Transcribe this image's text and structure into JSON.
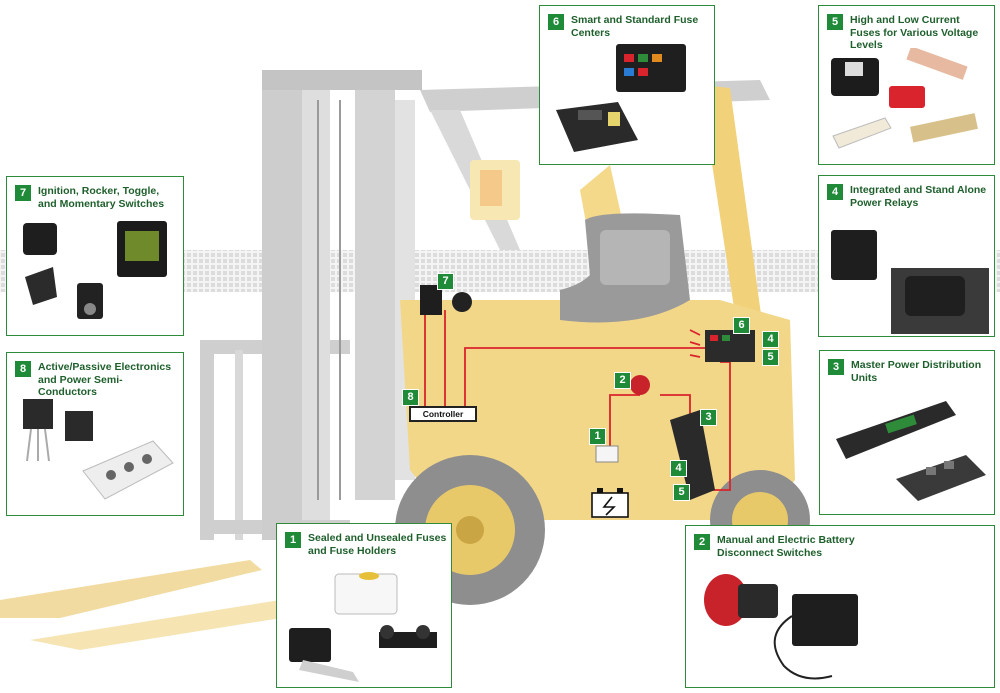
{
  "callouts": [
    {
      "number": "6",
      "title": "Smart and Standard Fuse Centers"
    },
    {
      "number": "5",
      "title": "High and Low Current Fuses for Various Voltage Levels"
    },
    {
      "number": "7",
      "title": "Ignition, Rocker, Toggle, and Momentary Switches"
    },
    {
      "number": "4",
      "title": "Integrated and Stand Alone Power Relays"
    },
    {
      "number": "8",
      "title": "Active/Passive Electronics and Power Semi-Conductors"
    },
    {
      "number": "3",
      "title": "Master Power Distribution Units"
    },
    {
      "number": "1",
      "title": "Sealed and Unsealed Fuses and Fuse Holders"
    },
    {
      "number": "2",
      "title": "Manual and Electric Battery Disconnect Switches"
    }
  ],
  "diagram_tags": [
    "6",
    "4",
    "5",
    "7",
    "8",
    "2",
    "3",
    "1",
    "4",
    "5"
  ],
  "controller_label": "Controller",
  "colors": {
    "accent_green": "#1f8a37",
    "title_green": "#1e5f2c",
    "wire_red": "#d9232d",
    "forklift_yellow": "#f3d789"
  }
}
